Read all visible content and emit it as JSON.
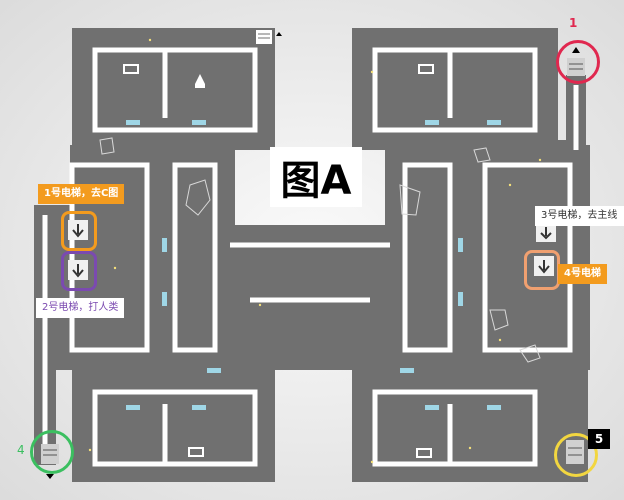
{
  "map_title": "图A",
  "markers": {
    "m1": "1",
    "m4": "4",
    "m5": "5"
  },
  "labels": {
    "elevator1": "1号电梯，去C图",
    "elevator2": "2号电梯，打人类",
    "elevator3": "3号电梯，去主线",
    "elevator4": "4号电梯"
  },
  "colors": {
    "floor": "#707070",
    "wall": "#ffffff",
    "accent_red": "#e0284f",
    "accent_orange": "#f39b1e",
    "accent_purple": "#7b4ab0",
    "accent_green": "#3bbf60",
    "accent_yellow": "#f2d640",
    "accent_salmon": "#f0a070"
  },
  "icons": [
    "chest-icon",
    "shrine-icon",
    "elevator-down-icon",
    "stairs-up-icon",
    "stairs-down-icon"
  ]
}
